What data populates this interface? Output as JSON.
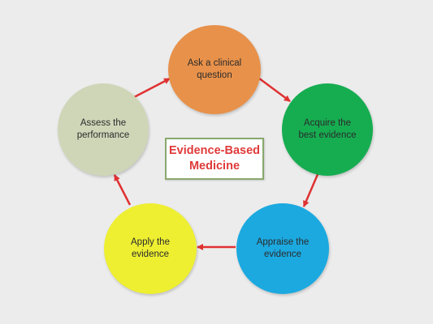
{
  "center_label": "Evidence-Based Medicine",
  "nodes": [
    {
      "id": "ask",
      "label": "Ask a clinical question",
      "color": "#e8914a"
    },
    {
      "id": "acquire",
      "label": "Acquire the best evidence",
      "color": "#16ad51"
    },
    {
      "id": "appraise",
      "label": "Appraise the evidence",
      "color": "#1ba9e0"
    },
    {
      "id": "apply",
      "label": "Apply the evidence",
      "color": "#eeef31"
    },
    {
      "id": "assess",
      "label": "Assess the performance",
      "color": "#cfd6b8"
    }
  ],
  "arrow_color": "#e03232",
  "center_text_color": "#e03a3a",
  "center_border_color": "#88a86c"
}
